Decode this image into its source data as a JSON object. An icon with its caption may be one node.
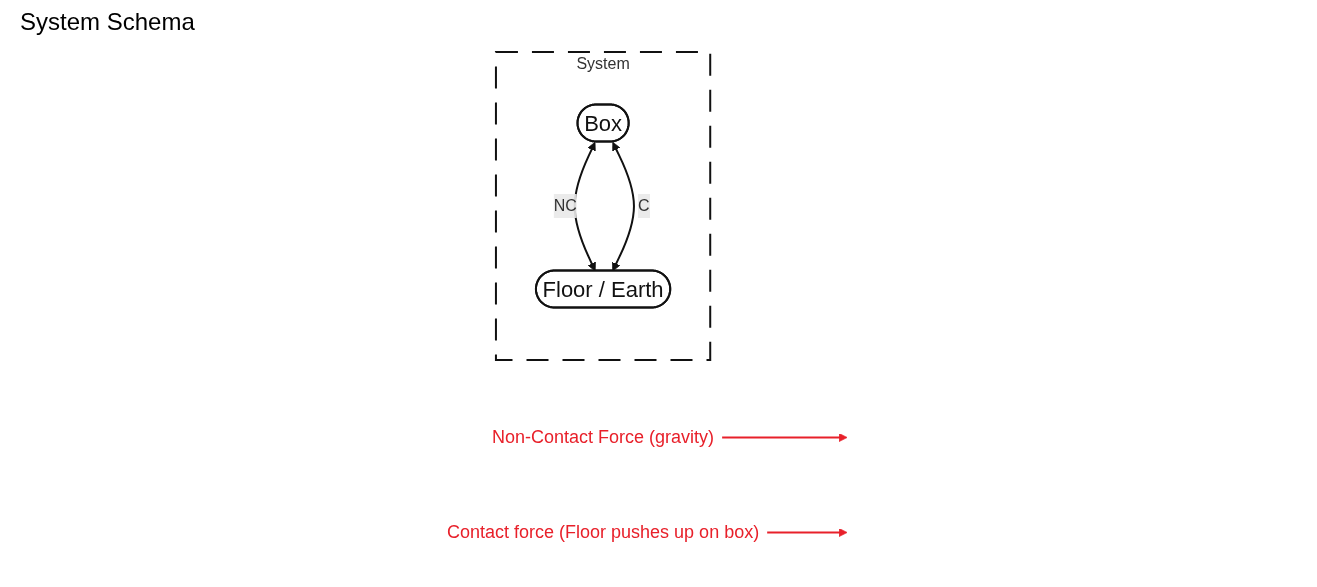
{
  "diagram": {
    "title": "System Schema",
    "nodes": [
      {
        "text": [
          "System"
        ]
      },
      {
        "text": [
          "Box"
        ],
        "in": 0
      },
      {
        "text": [
          "Floor / Earth"
        ],
        "in": 0
      },
      {
        "text": [
          "Non-Contact Force (gravity)"
        ]
      },
      {
        "text": [
          "Contact force (Floor pushes up on box)"
        ]
      }
    ],
    "edges": [
      {
        "from": 1,
        "to": 2,
        "arrow": "both",
        "label": "NC"
      },
      {
        "from": 1,
        "to": 2,
        "arrow": "both",
        "label": "C"
      },
      {
        "from": 3,
        "to": null,
        "arrow": "to",
        "color": "#e8202a"
      },
      {
        "from": 4,
        "to": null,
        "arrow": "to",
        "color": "#e8202a"
      }
    ]
  }
}
